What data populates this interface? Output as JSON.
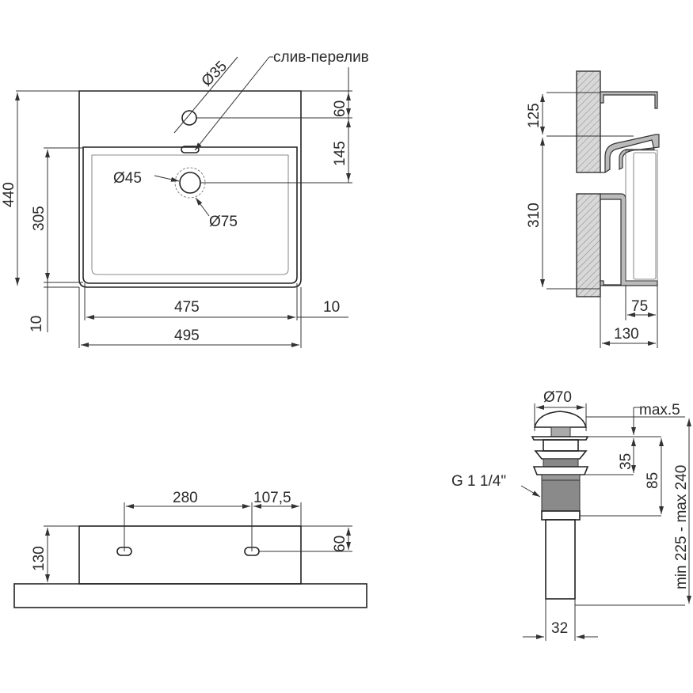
{
  "top_view": {
    "label_overflow": "слив-перелив",
    "d35": "Ø35",
    "d45": "Ø45",
    "d75": "Ø75",
    "h440": "440",
    "h305": "305",
    "h10": "10",
    "h60": "60",
    "h145": "145",
    "w475": "475",
    "w10": "10",
    "w495": "495"
  },
  "side_view": {
    "h125": "125",
    "h310": "310",
    "w75": "75",
    "w130": "130"
  },
  "front_view": {
    "w280": "280",
    "w107": "107,5",
    "h130": "130",
    "h60": "60"
  },
  "drain": {
    "d70": "Ø70",
    "max5": "max.5",
    "thread": "G 1 1/4\"",
    "h35": "35",
    "h85": "85",
    "range": "min 225 - max 240",
    "w32": "32"
  }
}
